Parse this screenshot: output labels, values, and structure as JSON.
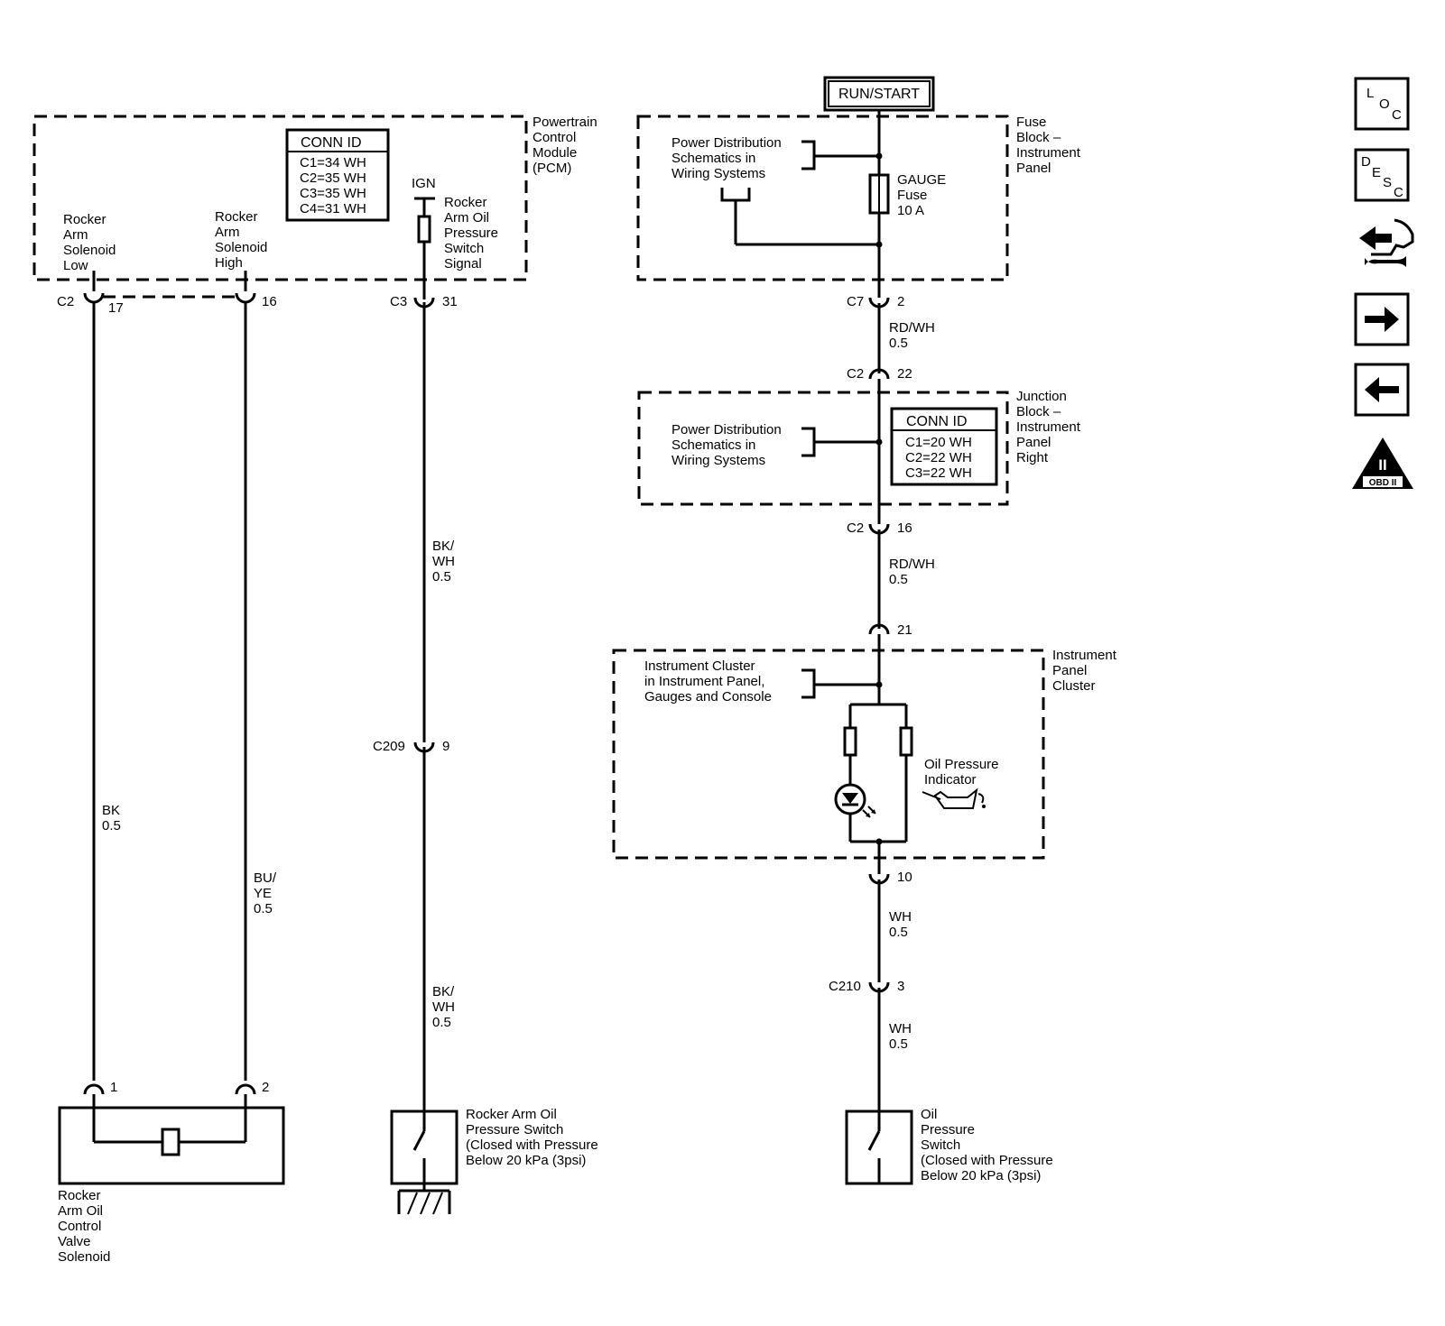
{
  "power_source": "RUN/START",
  "pcm": {
    "module_lines": [
      "Powertrain",
      "Control",
      "Module",
      "(PCM)"
    ],
    "conn_id_title": "CONN ID",
    "conn_ids": [
      "C1=34 WH",
      "C2=35 WH",
      "C3=35 WH",
      "C4=31 WH"
    ],
    "rocker_low_lines": [
      "Rocker",
      "Arm",
      "Solenoid",
      "Low"
    ],
    "rocker_high_lines": [
      "Rocker",
      "Arm",
      "Solenoid",
      "High"
    ],
    "ign": "IGN",
    "signal_lines": [
      "Rocker",
      "Arm Oil",
      "Pressure",
      "Switch",
      "Signal"
    ]
  },
  "fuse_block": {
    "lines": [
      "Fuse",
      "Block –",
      "Instrument",
      "Panel"
    ],
    "power_dist_lines": [
      "Power Distribution",
      "Schematics in",
      "Wiring  Systems"
    ],
    "fuse_lines": [
      "GAUGE",
      "Fuse",
      "10 A"
    ]
  },
  "junction_block": {
    "lines": [
      "Junction",
      "Block –",
      "Instrument",
      "Panel",
      "Right"
    ],
    "power_dist_lines": [
      "Power Distribution",
      "Schematics in",
      "Wiring  Systems"
    ],
    "conn_id_title": "CONN ID",
    "conn_ids": [
      "C1=20 WH",
      "C2=22 WH",
      "C3=22 WH"
    ]
  },
  "cluster": {
    "lines": [
      "Instrument",
      "Panel",
      "Cluster"
    ],
    "ref_lines": [
      "Instrument Cluster",
      "in Instrument Panel,",
      "Gauges and Console"
    ],
    "indicator_lines": [
      "Oil Pressure",
      "Indicator"
    ]
  },
  "connectors": {
    "c2_pcm": "C2",
    "c2_pcm_pin17": "17",
    "c2_pcm_pin16": "16",
    "c3": "C3",
    "c3_pin": "31",
    "c209": "C209",
    "c209_pin": "9",
    "c7": "C7",
    "c7_pin": "2",
    "c2_jb_top": "C2",
    "c2_jb_top_pin": "22",
    "c2_jb_bot": "C2",
    "c2_jb_bot_pin": "16",
    "ipc_in_pin": "21",
    "ipc_out_pin": "10",
    "c210": "C210",
    "c210_pin": "3",
    "sol_pin1": "1",
    "sol_pin2": "2"
  },
  "wires": {
    "bk_lines": [
      "BK",
      "0.5"
    ],
    "buye_lines": [
      "BU/",
      "YE",
      "0.5"
    ],
    "bkwh_upper_lines": [
      "BK/",
      "WH",
      "0.5"
    ],
    "bkwh_lower_lines": [
      "BK/",
      "WH",
      "0.5"
    ],
    "rdwh_upper_lines": [
      "RD/WH",
      "0.5"
    ],
    "rdwh_lower_lines": [
      "RD/WH",
      "0.5"
    ],
    "wh_upper_lines": [
      "WH",
      "0.5"
    ],
    "wh_lower_lines": [
      "WH",
      "0.5"
    ]
  },
  "components": {
    "solenoid_lines": [
      "Rocker",
      "Arm Oil",
      "Control",
      "Valve",
      "Solenoid"
    ],
    "rocker_switch_lines": [
      "Rocker Arm Oil",
      "Pressure Switch",
      "(Closed with Pressure",
      "Below 20 kPa (3psi)"
    ],
    "oil_switch_lines": [
      "Oil",
      "Pressure",
      "Switch",
      "(Closed with Pressure",
      "Below 20 kPa (3psi)"
    ]
  },
  "nav": {
    "loc": [
      "L",
      "O",
      "C"
    ],
    "desc": [
      "D",
      "E",
      "S",
      "C"
    ],
    "next_icon": "right-arrow-icon",
    "prev_icon": "left-arrow-icon",
    "obd_numeral": "II",
    "obd_label": "OBD II"
  }
}
